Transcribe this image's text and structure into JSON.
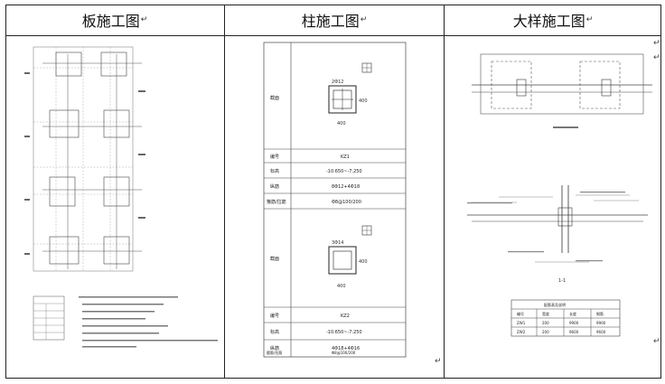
{
  "headers": {
    "slab": "板施工图",
    "column": "柱施工图",
    "detail": "大样施工图",
    "return_mark": "↵"
  },
  "column_table": {
    "row1": {
      "label_section": "截面",
      "dim_top": "2Φ12",
      "dim_side": "400",
      "dim_bottom": "400"
    },
    "row1_code_label": "编号",
    "row1_code": "KZ1",
    "row1_elev_label": "标高",
    "row1_elev": "-10.650~-7.250",
    "row1_bar_label": "纵筋",
    "row1_bar": "8Φ12+4Φ18",
    "row1_stir_label": "箍筋/拉筋",
    "row1_stir": "Φ8@100/200",
    "row2": {
      "label_section": "截面",
      "dim_top": "3Φ14",
      "dim_side": "400",
      "dim_bottom": "400"
    },
    "row2_code_label": "编号",
    "row2_code": "KZ2",
    "row2_elev_label": "标高",
    "row2_elev": "-10.650~-7.250",
    "row2_bar_label": "纵筋",
    "row2_bar": "4Φ18+4Φ16",
    "row2_stir_label": "箍筋/拉筋",
    "row2_stir": "Φ8@100/200"
  },
  "detail": {
    "section_label": "1-1",
    "table_title": "配筋表及说明",
    "table_headers": [
      "编号",
      "宽度",
      "长度",
      "钢筋"
    ],
    "table_rows": [
      [
        "ZW1",
        "200",
        "9900",
        "9900"
      ],
      [
        "ZW2",
        "200",
        "9600",
        "9600"
      ]
    ]
  }
}
